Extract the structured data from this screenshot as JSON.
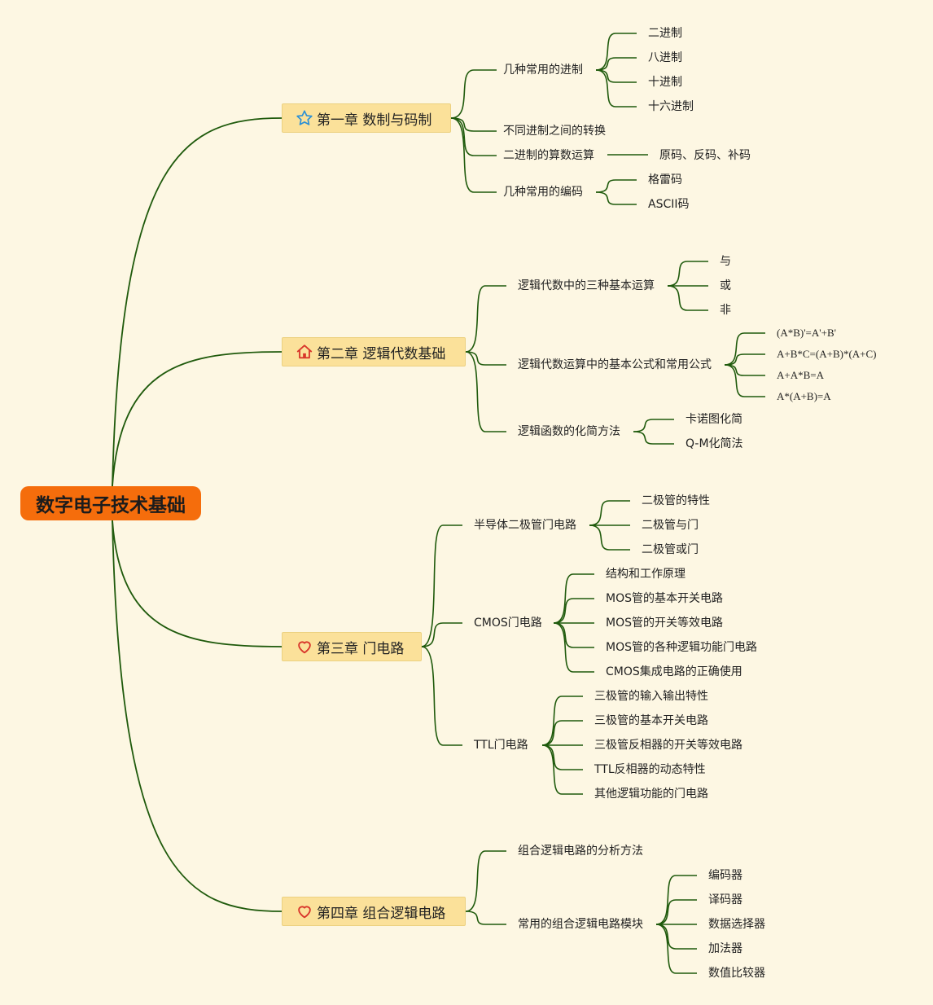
{
  "root": {
    "label": "数字电子技术基础"
  },
  "chapters": [
    {
      "label": "第一章 数制与码制",
      "icon": "star-icon",
      "children": [
        {
          "label": "几种常用的进制",
          "children": [
            "二进制",
            "八进制",
            "十进制",
            "十六进制"
          ]
        },
        {
          "label": "不同进制之间的转换",
          "children": []
        },
        {
          "label": "二进制的算数运算",
          "children": [
            "原码、反码、补码"
          ]
        },
        {
          "label": "几种常用的编码",
          "children": [
            "格雷码",
            "ASCII码"
          ]
        }
      ]
    },
    {
      "label": "第二章 逻辑代数基础",
      "icon": "house-icon",
      "children": [
        {
          "label": "逻辑代数中的三种基本运算",
          "children": [
            "与",
            "或",
            "非"
          ]
        },
        {
          "label": "逻辑代数运算中的基本公式和常用公式",
          "children": [
            "(A*B)'=A'+B'",
            "A+B*C=(A+B)*(A+C)",
            "A+A*B=A",
            "A*(A+B)=A"
          ]
        },
        {
          "label": "逻辑函数的化简方法",
          "children": [
            "卡诺图化简",
            "Q-M化简法"
          ]
        }
      ]
    },
    {
      "label": "第三章 门电路",
      "icon": "heart-icon",
      "children": [
        {
          "label": "半导体二极管门电路",
          "children": [
            "二极管的特性",
            "二极管与门",
            "二极管或门"
          ]
        },
        {
          "label": "CMOS门电路",
          "children": [
            "结构和工作原理",
            "MOS管的基本开关电路",
            "MOS管的开关等效电路",
            "MOS管的各种逻辑功能门电路",
            "CMOS集成电路的正确使用"
          ]
        },
        {
          "label": "TTL门电路",
          "children": [
            "三极管的输入输出特性",
            "三极管的基本开关电路",
            "三极管反相器的开关等效电路",
            "TTL反相器的动态特性",
            "其他逻辑功能的门电路"
          ]
        }
      ]
    },
    {
      "label": "第四章 组合逻辑电路",
      "icon": "heart-icon",
      "children": [
        {
          "label": "组合逻辑电路的分析方法",
          "children": []
        },
        {
          "label": "常用的组合逻辑电路模块",
          "children": [
            "编码器",
            "译码器",
            "数据选择器",
            "加法器",
            "数值比较器"
          ]
        }
      ]
    }
  ],
  "colors": {
    "background": "#fdf7e3",
    "root_fill": "#f56d0c",
    "chapter_fill": "#fbe19a",
    "connector": "#1f5a0c",
    "star_icon": "#2a8fd6",
    "house_icon": "#d8352a",
    "heart_icon": "#d8352a"
  }
}
